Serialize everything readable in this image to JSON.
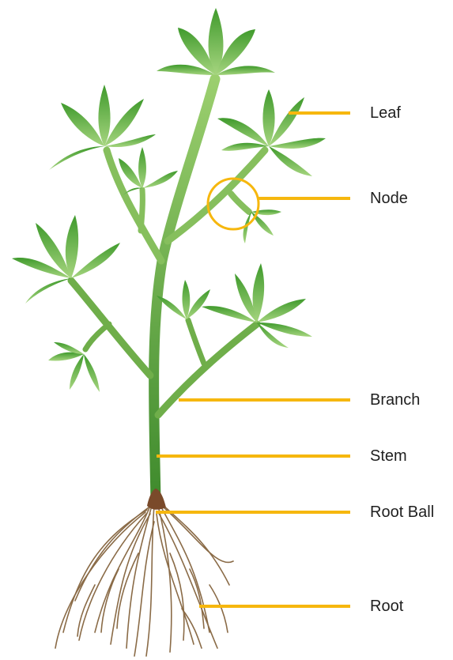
{
  "labels": {
    "leaf": "Leaf",
    "node": "Node",
    "branch": "Branch",
    "stem": "Stem",
    "root_ball": "Root Ball",
    "root": "Root"
  },
  "colors": {
    "leaf_dark": "#3f9a2c",
    "leaf_light": "#9fd17a",
    "stem": "#6fae4a",
    "stem_light": "#96c36a",
    "root": "#8a6b47",
    "root_ball": "#7a4a2a",
    "pointer": "#f6b70e",
    "text": "#1f1f1f"
  }
}
